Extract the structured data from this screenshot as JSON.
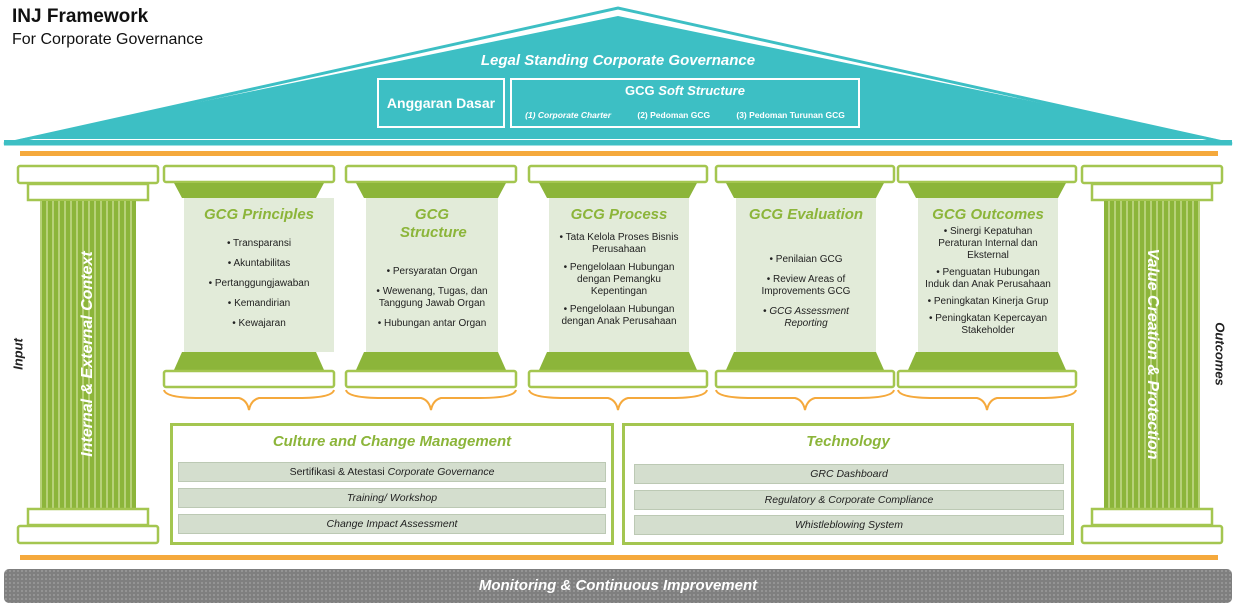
{
  "header": {
    "title": "INJ Framework",
    "subtitle": "For Corporate Governance"
  },
  "roof": {
    "title": "Legal Standing Corporate Governance",
    "anggaran": "Anggaran Dasar",
    "soft_prefix": "GCG ",
    "soft_em": "Soft Structure",
    "soft_items": [
      "(1) Corporate  Charter",
      "(2) Pedoman GCG",
      "(3) Pedoman Turunan GCG"
    ]
  },
  "sides": {
    "left_column": "Internal & External Context",
    "right_column": "Value Creation & Protection",
    "input": "Input",
    "outcomes": "Outcomes"
  },
  "pillars": [
    {
      "title": "GCG Principles",
      "items": [
        "Transparansi",
        "Akuntabilitas",
        "Pertanggungjawaban",
        "Kemandirian",
        "Kewajaran"
      ]
    },
    {
      "title": "GCG Structure",
      "items": [
        "Persyaratan Organ",
        "Wewenang, Tugas, dan Tanggung Jawab Organ",
        "Hubungan antar Organ"
      ]
    },
    {
      "title": "GCG Process",
      "items": [
        "Tata Kelola Proses Bisnis Perusahaan",
        "Pengelolaan Hubungan dengan Pemangku Kepentingan",
        "Pengelolaan Hubungan dengan Anak Perusahaan"
      ]
    },
    {
      "title": "GCG Evaluation",
      "items": [
        "Penilaian GCG",
        "Review Areas of Improvements GCG",
        "GCG Assessment Reporting"
      ]
    },
    {
      "title": "GCG Outcomes",
      "items": [
        "Sinergi Kepatuhan Peraturan Internal dan Eksternal",
        "Penguatan Hubungan Induk dan Anak Perusahaan",
        "Peningkatan Kinerja Grup",
        "Peningkatan Kepercayan Stakeholder"
      ]
    }
  ],
  "culture": {
    "title": "Culture and Change Management",
    "row1_prefix": "Sertifikasi & Atestasi ",
    "row1_em": "Corporate Governance",
    "row2": "Training/ Workshop",
    "row3": "Change Impact Assessment"
  },
  "technology": {
    "title": "Technology",
    "rows": [
      "GRC Dashboard",
      "Regulatory & Corporate Compliance",
      "Whistleblowing System"
    ]
  },
  "footer": {
    "monitoring": "Monitoring & Continuous Improvement"
  },
  "colors": {
    "teal": "#3dbfc4",
    "green": "#8cb53a",
    "green_light": "#e2ebd9",
    "orange": "#f5a93c",
    "gray": "#7f7f7f"
  }
}
